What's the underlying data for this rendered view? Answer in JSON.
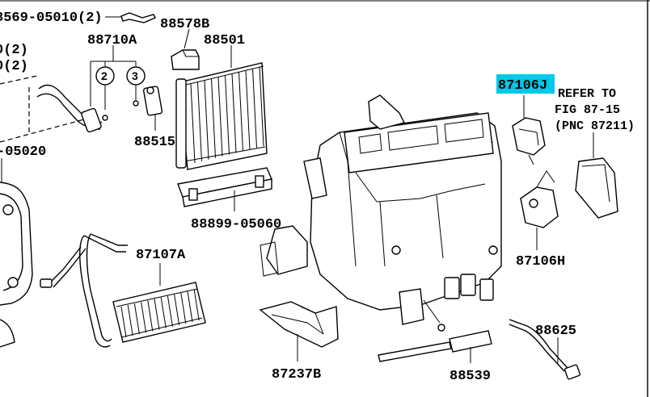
{
  "diagram": {
    "highlight_color": "#00c8e8",
    "parts": {
      "p88569": "8569-05010(2)",
      "p88578b": "88578B",
      "p88501": "88501",
      "p88710a": "88710A",
      "p_d2a": "0(2)",
      "p_d2b": "0(2)",
      "p05020": "-05020",
      "p88515": "88515",
      "p88899": "88899-05060",
      "p87106j": "87106J",
      "p87106h": "87106H",
      "p87107a": "87107A",
      "p87237b": "87237B",
      "p88539": "88539",
      "p88625": "88625"
    },
    "circles": {
      "c2": "2",
      "c3": "3"
    },
    "refer": {
      "line1": "REFER TO",
      "line2": "FIG 87-15",
      "line3": "(PNC 87211)"
    }
  }
}
